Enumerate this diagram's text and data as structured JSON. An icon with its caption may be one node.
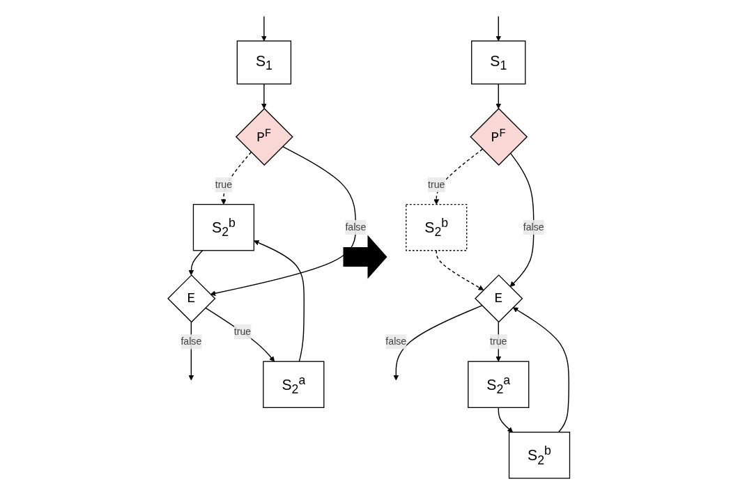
{
  "diagram": {
    "nodes": [
      {
        "text": [
          "S$_{1}$"
        ]
      },
      {
        "text": [
          "P$^{F}$"
        ]
      },
      {
        "text": [
          "E"
        ]
      },
      {
        "text": [
          "S$_{2}$$^{a}$"
        ]
      },
      {
        "text": [
          "S$_{2}$$^{b}$"
        ]
      },
      {
        "text": [
          "S$_{1}$"
        ]
      },
      {
        "text": [
          "P$^{F}$"
        ]
      },
      {
        "text": [
          "S$_{2}$$^{b}$"
        ]
      },
      {
        "text": [
          "E"
        ]
      },
      {
        "text": [
          "S$_{2}$$^{a}$"
        ]
      },
      {
        "text": [
          "S$_{2}$$^{b}$"
        ]
      }
    ],
    "edges": [
      {
        "from": null,
        "to": 0,
        "arrow": "to"
      },
      {
        "from": 0,
        "to": 1,
        "arrow": "to"
      },
      {
        "from": 1,
        "to": 4,
        "arrow": "to",
        "label": "true",
        "style": "dashed"
      },
      {
        "from": 1,
        "to": 2,
        "arrow": "to",
        "label": "false"
      },
      {
        "from": 2,
        "to": null,
        "arrow": "to",
        "label": "false"
      },
      {
        "from": 2,
        "to": 3,
        "arrow": "to",
        "label": "true"
      },
      {
        "from": 3,
        "to": 4,
        "arrow": "to"
      },
      {
        "from": 4,
        "to": 2,
        "arrow": "to"
      },
      {
        "from": null,
        "to": 5,
        "arrow": "to"
      },
      {
        "from": 5,
        "to": 6,
        "arrow": "to"
      },
      {
        "from": 6,
        "to": 7,
        "arrow": "to",
        "label": "true",
        "style": "dashed"
      },
      {
        "from": 7,
        "to": 8,
        "arrow": "to",
        "style": "dashed"
      },
      {
        "from": 6,
        "to": 8,
        "arrow": "to",
        "label": "false"
      },
      {
        "from": 8,
        "to": null,
        "arrow": "to",
        "label": "false"
      },
      {
        "from": 8,
        "to": 9,
        "arrow": "to",
        "label": "true"
      },
      {
        "from": 9,
        "to": 10,
        "arrow": "to"
      },
      {
        "from": 10,
        "to": 8,
        "arrow": "to"
      }
    ]
  }
}
